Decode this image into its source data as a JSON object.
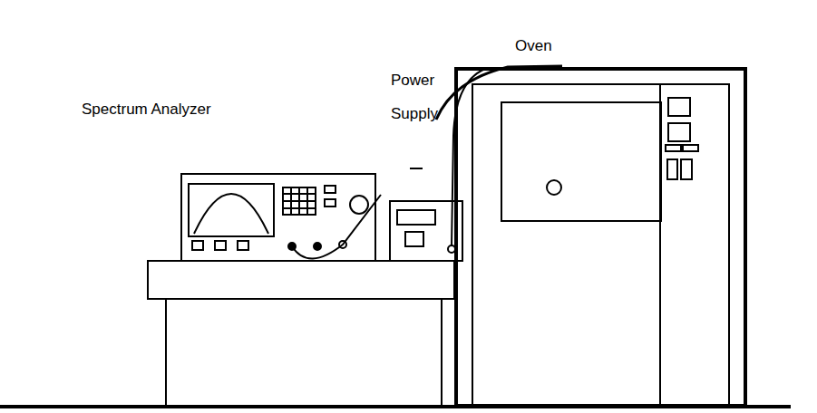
{
  "diagram": {
    "labels": [
      "Oven",
      "Power Supply",
      "Spectrum Analyzer"
    ]
  }
}
